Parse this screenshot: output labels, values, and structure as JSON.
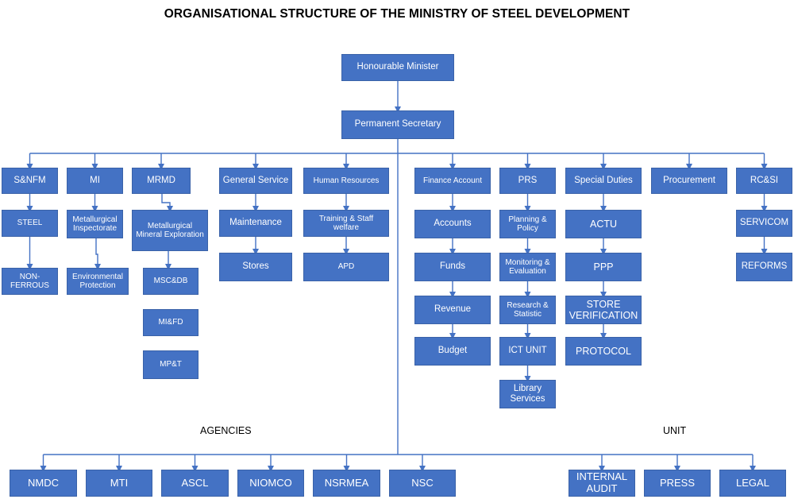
{
  "title": "ORGANISATIONAL STRUCTURE OF THE MINISTRY OF STEEL DEVELOPMENT",
  "colors": {
    "box_fill": "#4472c4",
    "box_border": "#3a62a8",
    "connector": "#4472c4",
    "text_on_box": "#ffffff"
  },
  "top": {
    "minister": "Honourable Minister",
    "secretary": "Permanent Secretary"
  },
  "departments": [
    {
      "name": "S&NFM",
      "units": [
        "STEEL",
        "NON-FERROUS"
      ]
    },
    {
      "name": "MI",
      "units": [
        "Metallurgical Inspectorate",
        "Environmental Protection"
      ]
    },
    {
      "name": "MRMD",
      "units": [
        "Metallurgical Mineral Exploration",
        "MSC&DB",
        "MI&FD",
        "MP&T"
      ]
    },
    {
      "name": "General Service",
      "units": [
        "Maintenance",
        "Stores"
      ]
    },
    {
      "name": "Human Resources",
      "units": [
        "Training & Staff welfare",
        "APD"
      ]
    },
    {
      "name": "Finance Account",
      "units": [
        "Accounts",
        "Funds",
        "Revenue",
        "Budget"
      ]
    },
    {
      "name": "PRS",
      "units": [
        "Planning & Policy",
        "Monitoring & Evaluation",
        "Research & Statistic",
        "ICT UNIT",
        "Library Services"
      ]
    },
    {
      "name": "Special Duties",
      "units": [
        "ACTU",
        "PPP",
        "STORE VERIFICATION",
        "PROTOCOL"
      ]
    },
    {
      "name": "Procurement",
      "units": []
    },
    {
      "name": "RC&SI",
      "units": [
        "SERVICOM",
        "REFORMS"
      ]
    }
  ],
  "agencies": {
    "label": "AGENCIES",
    "items": [
      "NMDC",
      "MTI",
      "ASCL",
      "NIOMCO",
      "NSRMEA",
      "NSC"
    ]
  },
  "unit": {
    "label": "UNIT",
    "items": [
      "INTERNAL AUDIT",
      "PRESS",
      "LEGAL"
    ]
  }
}
